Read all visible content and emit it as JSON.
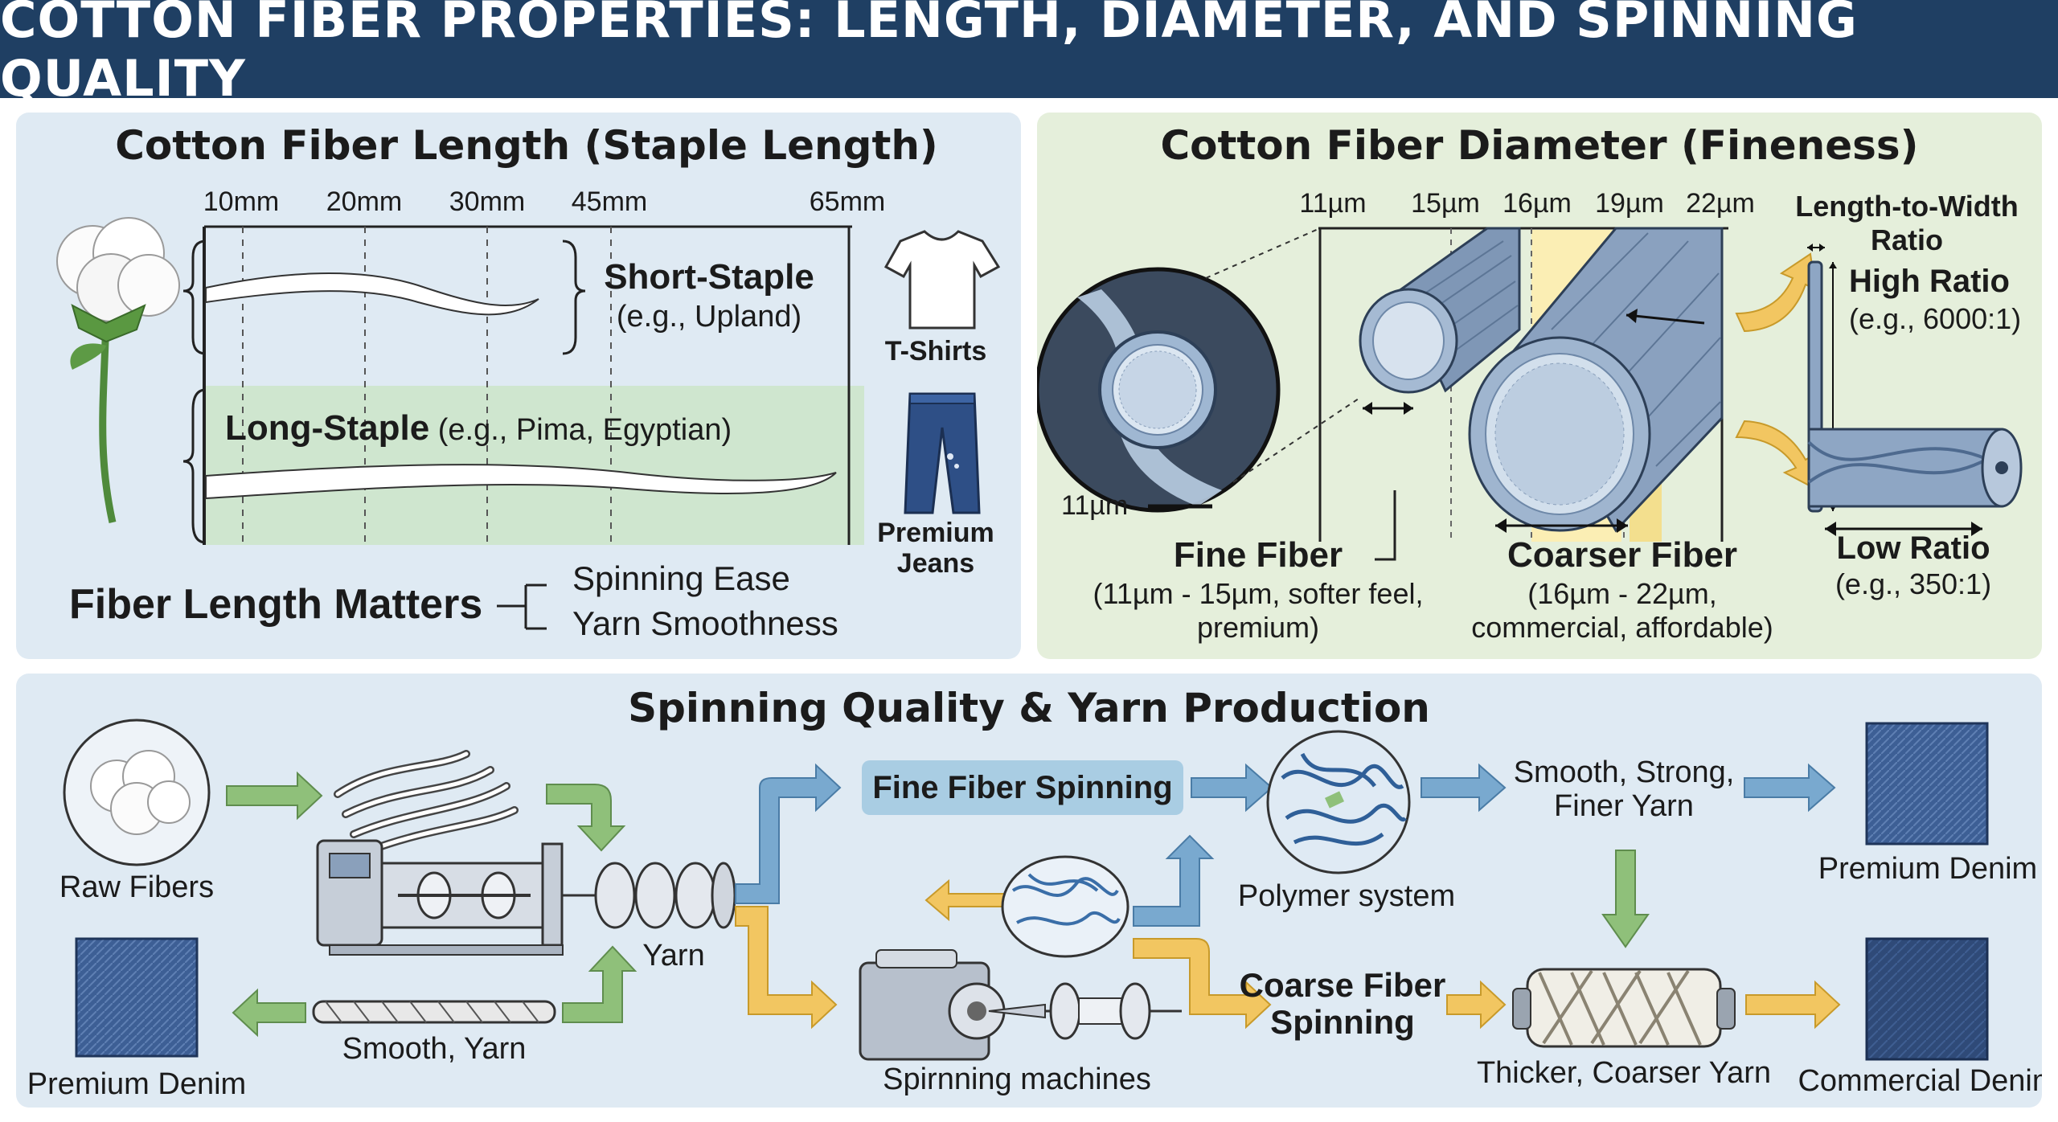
{
  "title": "COTTON FIBER PROPERTIES: LENGTH, DIAMETER, AND SPINNING QUALITY",
  "length_panel": {
    "heading": "Cotton Fiber Length (Staple Length)",
    "ticks": [
      "10mm",
      "20mm",
      "30mm",
      "45mm",
      "65mm"
    ],
    "short_staple": {
      "label": "Short-Staple",
      "example": "(e.g., Upland)"
    },
    "long_staple": {
      "label": "Long-Staple",
      "example": "(e.g., Pima, Egyptian)"
    },
    "products": [
      "T-Shirts",
      "Premium",
      "Jeans"
    ],
    "matters": {
      "label": "Fiber Length Matters",
      "items": [
        "Spinning Ease",
        "Yarn Smoothness"
      ]
    }
  },
  "diameter_panel": {
    "heading": "Cotton Fiber Diameter (Fineness)",
    "ticks": [
      "11µm",
      "15µm",
      "16µm",
      "19µm",
      "22µm"
    ],
    "scale_label": "11µm",
    "fine": {
      "label": "Fine Fiber",
      "line1": "(11µm - 15µm, softer feel,",
      "line2": "premium)"
    },
    "coarse": {
      "label": "Coarser Fiber",
      "line1": "(16µm - 22µm,",
      "line2": "commercial, affordable)"
    },
    "ratio": {
      "heading_line1": "Length-to-Width",
      "heading_line2": "Ratio",
      "high": "High Ratio",
      "high_example": "(e.g., 6000:1)",
      "low": "Low Ratio",
      "low_example": "(e.g., 350:1)"
    }
  },
  "spinning_panel": {
    "heading": "Spinning Quality & Yarn Production",
    "raw_fibers": "Raw Fibers",
    "yarn": "Yarn",
    "smooth_yarn": "Smooth, Yarn",
    "premium_denim_left": "Premium Denim",
    "fine_spinning": "Fine Fiber Spinning",
    "polymer": "Polymer system",
    "smooth_strong": [
      "Smooth, Strong,",
      "Finer Yarn"
    ],
    "premium_denim_right": "Premium Denim",
    "coarse_spinning": [
      "Coarse Fiber",
      "Spinning"
    ],
    "machines": "Spirnning machines",
    "thicker": "Thicker, Coarser Yarn",
    "commercial_denim": "Commercial Denim"
  },
  "colors": {
    "title_bar": "#1f3f63",
    "panel_blue": "#dfeaf3",
    "panel_green": "#e5efdb",
    "arrow_green": "#8fc07a",
    "arrow_blue": "#79a9cf",
    "arrow_yellow": "#f2c661",
    "denim_premium": "#3d5f95",
    "denim_commercial": "#2f4a78"
  }
}
